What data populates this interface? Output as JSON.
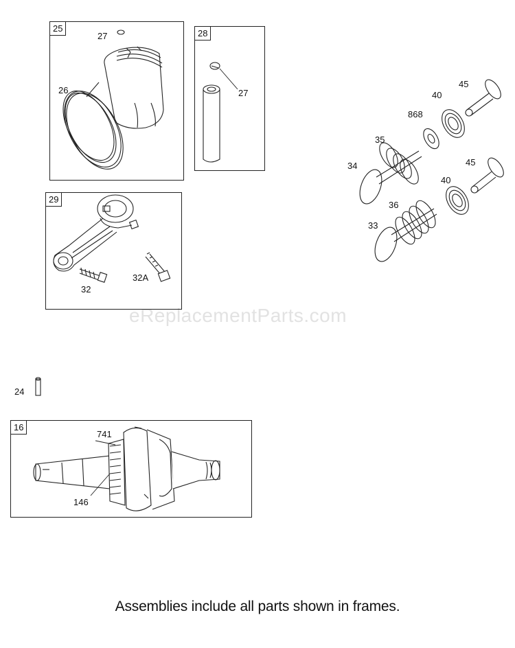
{
  "watermark": "eReplacementParts.com",
  "caption": "Assemblies include all parts shown in frames.",
  "frames": {
    "piston": "25",
    "pin": "28",
    "rod": "29",
    "crank": "16"
  },
  "callouts": {
    "ring_clip_piston": "27",
    "piston_rings": "26",
    "ring_clip_pin": "27",
    "rod_bolt": "32",
    "rod_bolt_alt": "32A",
    "dowel": "24",
    "crank_gear": "741",
    "crank_key": "146",
    "intake_valve": "34",
    "exhaust_valve": "33",
    "spring_upper": "35",
    "spring_lower": "36",
    "retainer": "868",
    "cap_upper": "40",
    "cap_lower": "40",
    "lifter_upper": "45",
    "lifter_lower": "45"
  }
}
